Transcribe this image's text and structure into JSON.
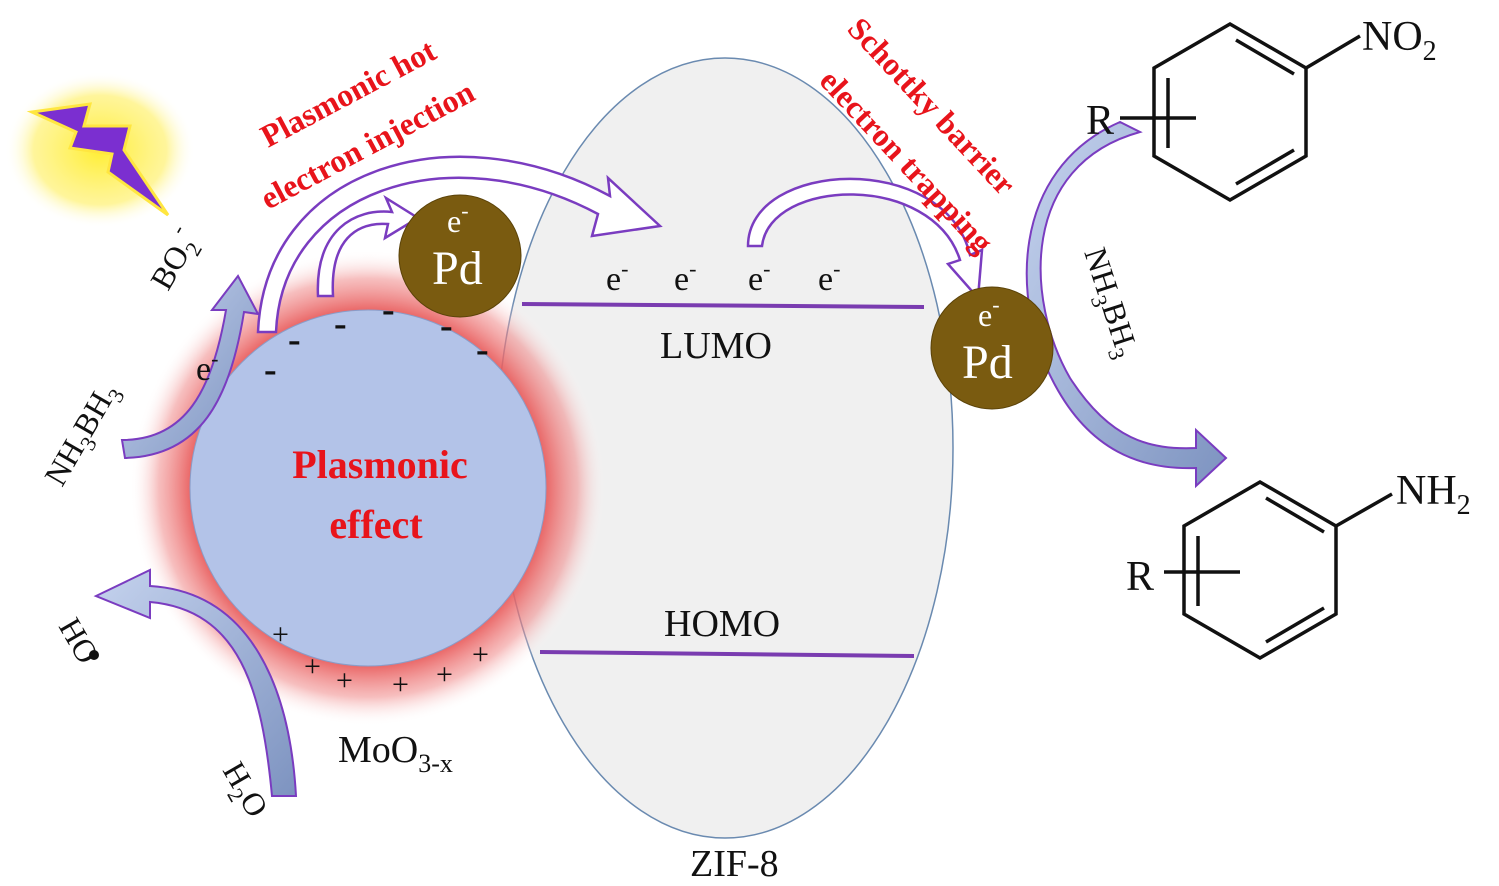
{
  "labels": {
    "hot_injection_line1": "Plasmonic hot",
    "hot_injection_line2": "electron injection",
    "schottky_line1": "Schottky barrier",
    "schottky_line2": "electron trapping",
    "plasmonic_line1": "Plasmonic",
    "plasmonic_line2": "effect",
    "lumo": "LUMO",
    "homo": "HOMO",
    "zif8": "ZIF-8",
    "moo3_base": "MoO",
    "moo3_sub": "3-x",
    "pd": "Pd",
    "electron": "e",
    "minus_sup": "-",
    "minus_sign": "-",
    "plus_sign": "+",
    "bo2_base": "BO",
    "bo2_sub": "2",
    "bo2_sup": "-",
    "nh3bh3_a": "NH",
    "nh3bh3_sub1": "3",
    "nh3bh3_b": "BH",
    "nh3bh3_sub2": "3",
    "ho": "HO",
    "h2o_a": "H",
    "h2o_sub": "2",
    "h2o_b": "O",
    "r_group": "R",
    "no2_a": "NO",
    "no2_sub": "2",
    "nh2_a": "NH",
    "nh2_sub": "2"
  },
  "colors": {
    "red_text": "#e8141b",
    "sphere_fill": "#b3c3e8",
    "glow": "#e85a5a",
    "pd_fill": "#7a5b10",
    "arrow_outline": "#7a3cc0",
    "arrow_fill": "#9fb3d8",
    "band_line": "#7a3cb0",
    "ellipse_fill": "#f0f0f0",
    "ellipse_stroke": "#6a8ab0",
    "bolt": "#7b2fd0",
    "bolt_glow": "#ffee33"
  },
  "icons": {
    "light": "lightning-bolt-icon"
  }
}
